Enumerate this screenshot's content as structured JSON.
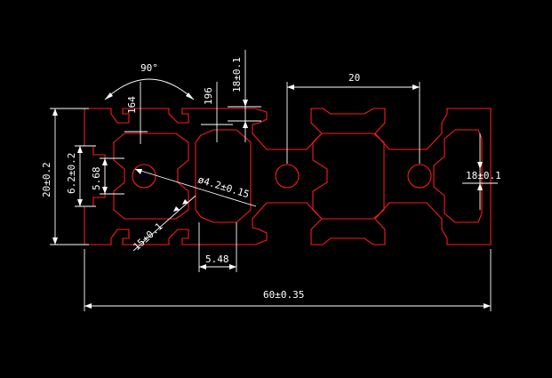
{
  "drawing": {
    "background_color": "#000000",
    "profile_color": "#ff1a1a",
    "dimension_color": "#ffffff",
    "dimensions": {
      "angle": "90°",
      "slot_depth_a": "164",
      "slot_depth_b": "196",
      "lip_thickness": "18±0.1",
      "pitch": "20",
      "height": "20±0.2",
      "slot_opening": "6.2±0.2",
      "slot_inner": "5.68",
      "hole_diameter": "ø4.2±0.15",
      "wall_thickness": "15±0.1",
      "web_width": "5.48",
      "end_lip": "18±0.1",
      "overall_length": "60±0.35"
    }
  }
}
